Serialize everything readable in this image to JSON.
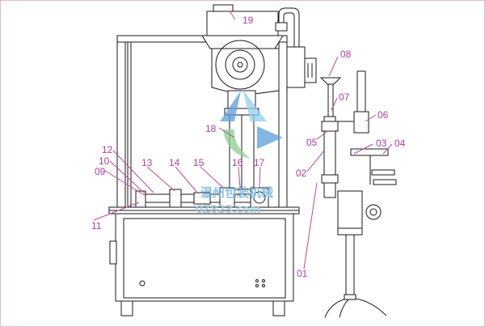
{
  "labels": {
    "l01": "01",
    "l02": "02",
    "l03": "03",
    "l04": "04",
    "l05": "05",
    "l06": "06",
    "l07": "07",
    "l08": "08",
    "l09": "09",
    "l10": "10",
    "l11": "11",
    "l12": "12",
    "l13": "13",
    "l14": "14",
    "l15": "15",
    "l16": "16",
    "l17": "17",
    "l18": "18",
    "l19": "19"
  },
  "watermark": {
    "text": "温州包装机械",
    "site": "0Z823.com"
  },
  "colors": {
    "label": "#b0409b",
    "line": "#1a1a1a",
    "border": "#e9b7c8",
    "watermark_green": "#8ccf8f",
    "watermark_blue": "#5aa0d8"
  }
}
